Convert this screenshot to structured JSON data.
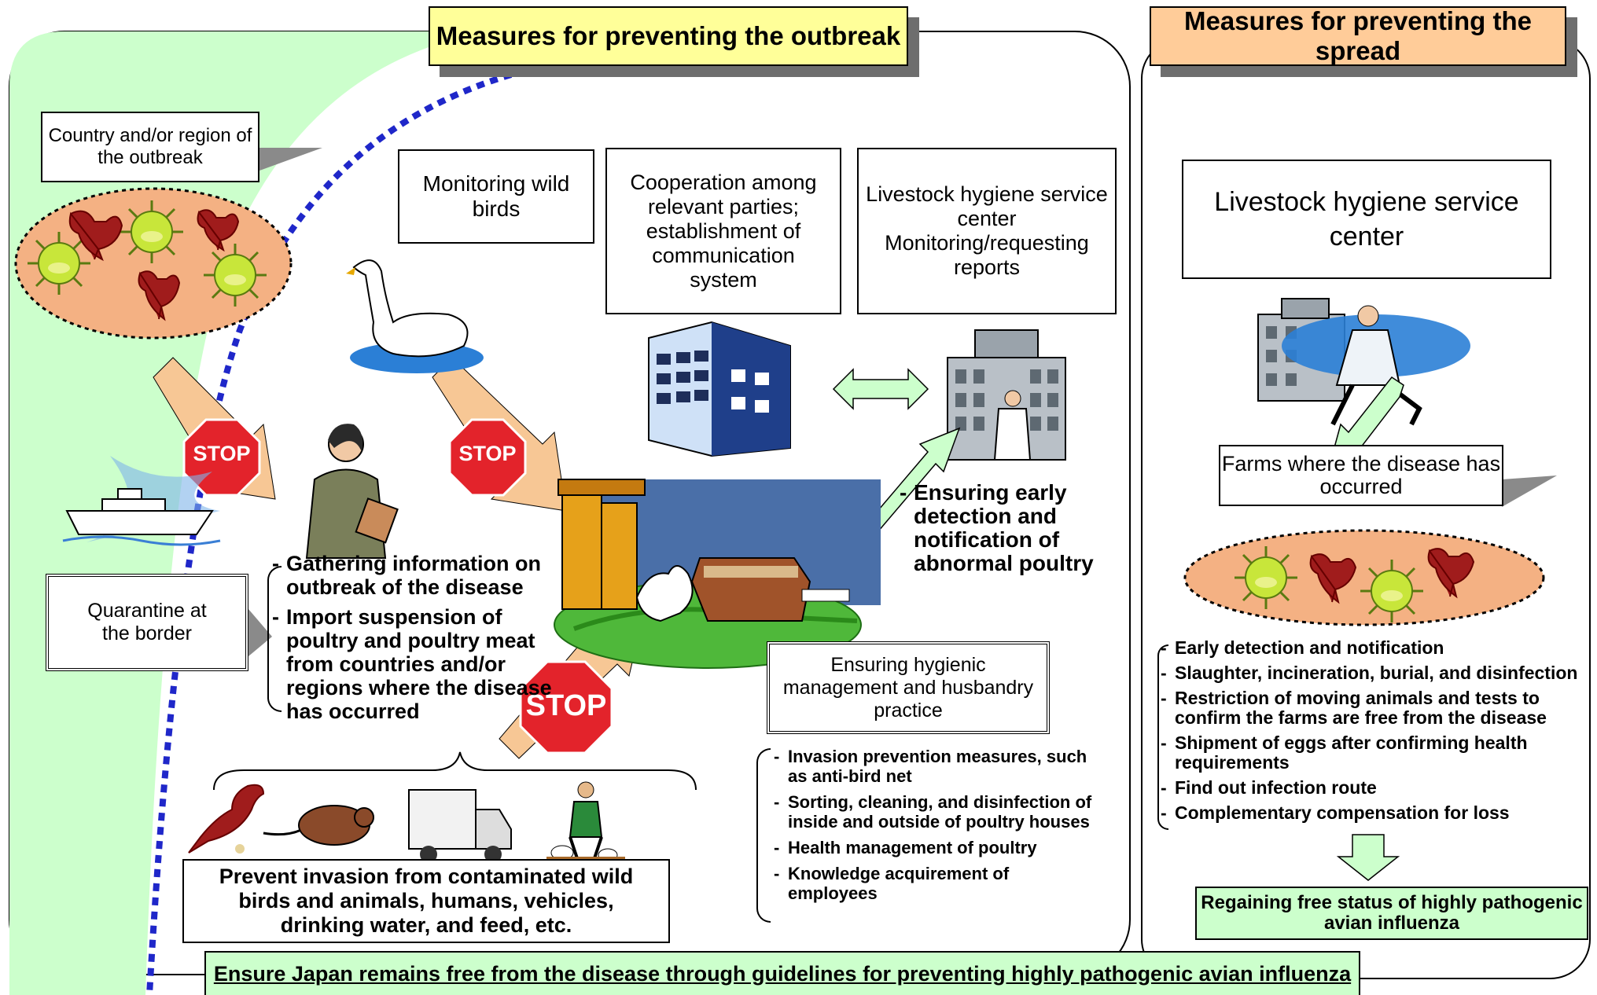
{
  "header": {
    "outbreak_title": "Measures for preventing the outbreak",
    "spread_title": "Measures for preventing the spread"
  },
  "left": {
    "country_label": "Country and/or region of the outbreak",
    "quarantine_label": "Quarantine at the border",
    "quarantine_bullets": [
      "Gathering information on outbreak of the disease",
      "Import suspension of poultry and poultry meat from countries and/or regions where the disease has occurred"
    ],
    "stop_text": "STOP"
  },
  "middle": {
    "wild_birds_label": "Monitoring wild birds",
    "cooperation_label": "Cooperation among relevant parties; establishment of communication system",
    "hygiene_center_label": "Livestock hygiene service center Monitoring/requesting reports",
    "early_detection_bullet": "Ensuring early detection and notification of abnormal poultry",
    "hygienic_management_label": "Ensuring hygienic management and husbandry practice",
    "hygiene_bullets": [
      "Invasion prevention measures, such as anti-bird net",
      "Sorting, cleaning, and disinfection of inside and outside of poultry houses",
      "Health management of poultry",
      "Knowledge acquirement of employees"
    ],
    "invasion_label": "Prevent invasion from contaminated wild birds and animals, humans, vehicles, drinking water, and feed, etc."
  },
  "right": {
    "center_label": "Livestock hygiene service center",
    "farms_label": "Farms where the disease has occurred",
    "spread_bullets": [
      "Early detection and notification",
      "Slaughter, incineration, burial, and disinfection",
      "Restriction of moving animals and tests to confirm the farms are free from the disease",
      "Shipment of eggs after confirming health requirements",
      "Find out infection route",
      "Complementary compensation for loss"
    ],
    "regain_label": "Regaining free status of highly pathogenic avian influenza"
  },
  "footer": {
    "banner": "Ensure Japan remains free from the disease through guidelines for preventing highly pathogenic avian influenza"
  },
  "colors": {
    "green_zone": "#ccffcc",
    "yellow_title": "#ffff99",
    "orange_title": "#ffcc99",
    "orange_oval": "#f4b183",
    "stop_red": "#e3232b",
    "arrow_peach": "#f7c795",
    "arrow_green": "#ccffcc",
    "dotted_border": "#1f27c9"
  },
  "icons": [
    "rooster-icon",
    "virus-icon",
    "ship-icon",
    "inspector-icon",
    "swan-icon",
    "office-building-icon",
    "hospital-building-icon",
    "farm-icon",
    "bird-icon",
    "rat-icon",
    "truck-icon",
    "farmer-icon",
    "running-doctor-icon",
    "stop-sign-icon"
  ]
}
